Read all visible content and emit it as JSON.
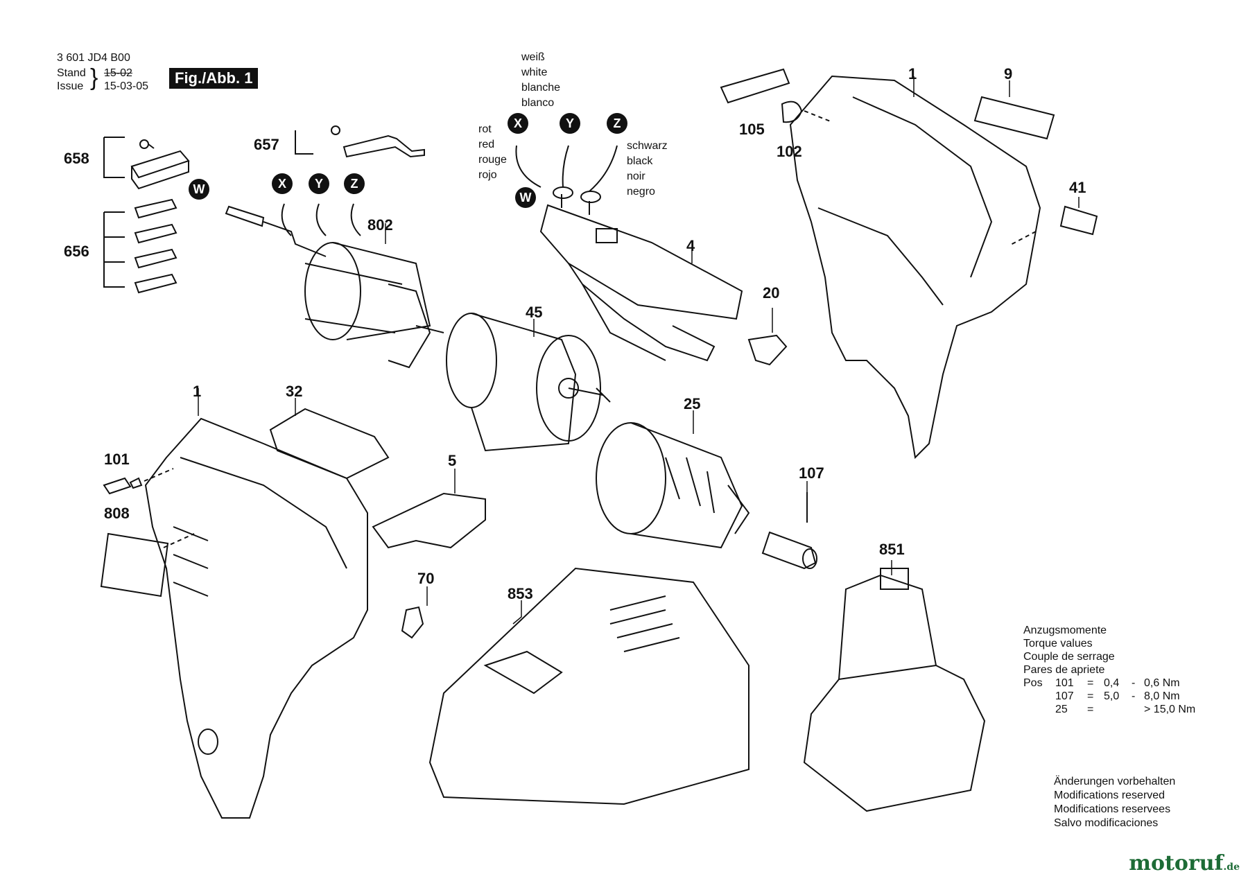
{
  "header": {
    "part_number": "3 601 JD4 B00",
    "stand_label": "Stand",
    "issue_label": "Issue",
    "stand_value": "15-02",
    "issue_value": "15-03-05",
    "figure_label": "Fig./Abb. 1"
  },
  "wire_labels": {
    "white": [
      "weiß",
      "white",
      "blanche",
      "blanco"
    ],
    "red": [
      "rot",
      "red",
      "rouge",
      "rojo"
    ],
    "black": [
      "schwarz",
      "black",
      "noir",
      "negro"
    ]
  },
  "connectors": [
    "W",
    "X",
    "Y",
    "Z"
  ],
  "part_numbers": [
    "1",
    "9",
    "41",
    "105",
    "102",
    "658",
    "657",
    "656",
    "802",
    "4",
    "20",
    "45",
    "1",
    "32",
    "101",
    "808",
    "5",
    "25",
    "107",
    "70",
    "851",
    "853"
  ],
  "torque": {
    "titles": [
      "Anzugsmomente",
      "Torque values",
      "Couple de serrage",
      "Pares de apriete"
    ],
    "pos_label": "Pos",
    "rows": [
      {
        "pos": "101",
        "eq": "=",
        "min": "0,4",
        "dash": "-",
        "max": "0,6 Nm"
      },
      {
        "pos": "107",
        "eq": "=",
        "min": "5,0",
        "dash": "-",
        "max": "8,0 Nm"
      },
      {
        "pos": "25",
        "eq": "=",
        "min": "",
        "dash": "",
        "max": "> 15,0 Nm"
      }
    ]
  },
  "notes": [
    "Änderungen vorbehalten",
    "Modifications reserved",
    "Modifications reservees",
    "Salvo modificaciones"
  ],
  "logo": {
    "main": "motoruf",
    "suffix": ".de"
  }
}
